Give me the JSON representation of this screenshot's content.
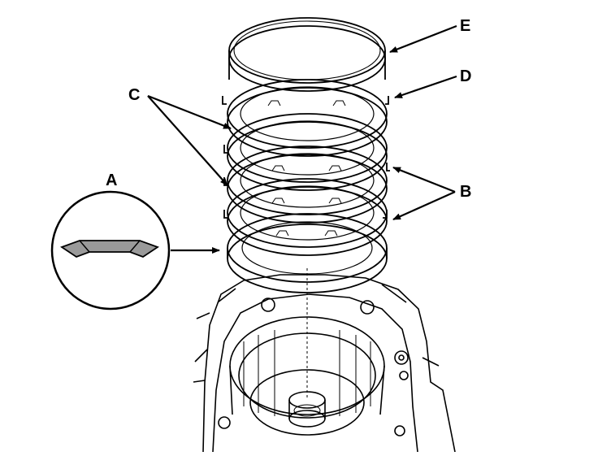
{
  "labels": {
    "a": "A",
    "b": "B",
    "c": "C",
    "d": "D",
    "e": "E"
  },
  "colors": {
    "line": "#000000",
    "background": "#ffffff",
    "shade": "#9a9a9a"
  }
}
